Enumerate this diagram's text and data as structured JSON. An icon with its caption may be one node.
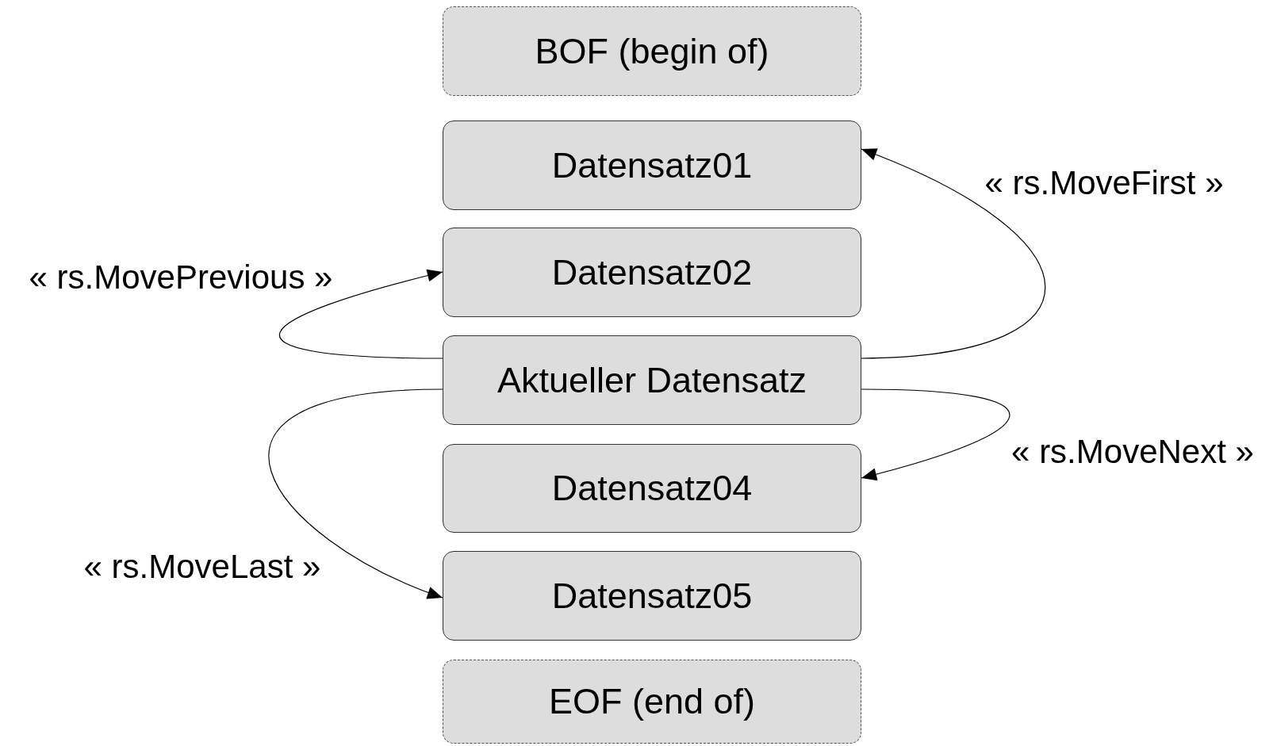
{
  "diagram": {
    "nodes": [
      {
        "text": [
          "BOF (begin of)"
        ]
      },
      {
        "text": [
          "Datensatz01"
        ]
      },
      {
        "text": [
          "Datensatz02"
        ]
      },
      {
        "text": [
          "Aktueller Datensatz"
        ]
      },
      {
        "text": [
          "Datensatz04"
        ]
      },
      {
        "text": [
          "Datensatz05"
        ]
      },
      {
        "text": [
          "EOF (end of)"
        ]
      }
    ],
    "edges": [
      {
        "from": 3,
        "to": 1,
        "arrow": "to",
        "label": "« rs.MoveFirst »"
      },
      {
        "from": 3,
        "to": 2,
        "arrow": "to",
        "label": "« rs.MovePrevious »"
      },
      {
        "from": 3,
        "to": 4,
        "arrow": "to",
        "label": "« rs.MoveNext »"
      },
      {
        "from": 3,
        "to": 5,
        "arrow": "to",
        "label": "« rs.MoveLast »"
      }
    ]
  }
}
